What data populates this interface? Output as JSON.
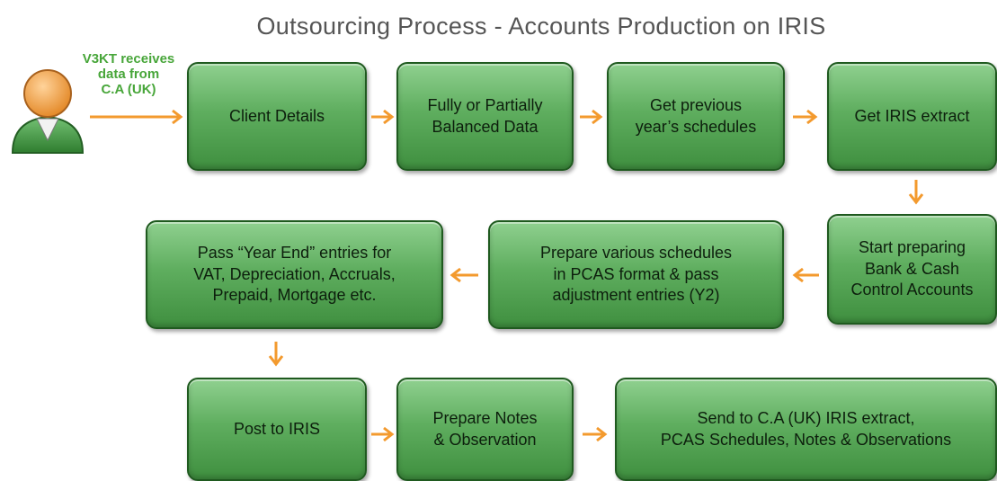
{
  "title": "Outsourcing Process - Accounts Production on IRIS",
  "source": {
    "label": "V3KT receives\ndata from\nC.A (UK)",
    "icon": "person-icon"
  },
  "steps": [
    {
      "id": "client-details",
      "label": "Client Details"
    },
    {
      "id": "balanced-data",
      "label": "Fully or Partially\nBalanced Data"
    },
    {
      "id": "previous-schedules",
      "label": "Get previous\nyear’s schedules"
    },
    {
      "id": "iris-extract",
      "label": "Get IRIS extract"
    },
    {
      "id": "bank-cash",
      "label": "Start preparing\nBank & Cash\nControl Accounts"
    },
    {
      "id": "pcas-schedules",
      "label": "Prepare various schedules\nin PCAS format & pass\nadjustment entries (Y2)"
    },
    {
      "id": "year-end-entries",
      "label": "Pass “Year End” entries for\nVAT, Depreciation, Accruals,\nPrepaid, Mortgage etc."
    },
    {
      "id": "post-iris",
      "label": "Post to IRIS"
    },
    {
      "id": "notes-observation",
      "label": "Prepare Notes\n& Observation"
    },
    {
      "id": "send-to-ca",
      "label": "Send to C.A (UK) IRIS extract,\nPCAS Schedules, Notes & Observations"
    }
  ],
  "colors": {
    "box_fill_top": "#8fd08f",
    "box_fill_bottom": "#3f8f3f",
    "box_border": "#1f5a1f",
    "arrow": "#f39a2e",
    "title_text": "#555555",
    "source_label": "#48a63a"
  }
}
